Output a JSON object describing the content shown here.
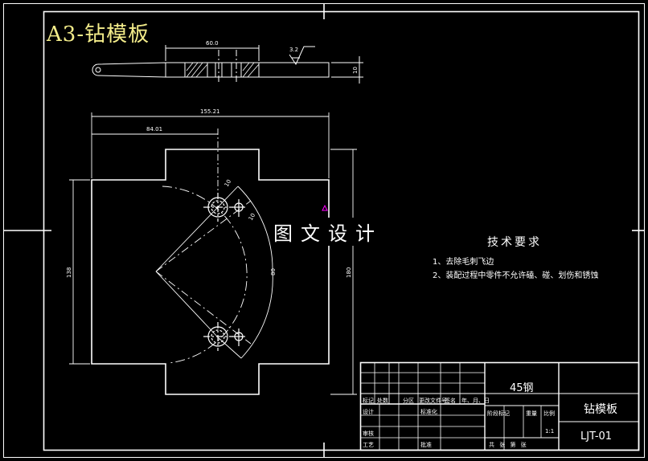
{
  "sheet_title": "A3-钻模板",
  "watermark": "图文设计",
  "dimensions": {
    "top_view_width": "60.0",
    "roughness": "3.2",
    "plate_thickness": "10",
    "overall_width": "155.21",
    "hole_offset": "84.01",
    "left_height": "138",
    "right_height": "180",
    "hole_dia_top": "10",
    "hole_dia_bottom": "10",
    "arc_radius": "80"
  },
  "technical_requirements": {
    "title": "技术要求",
    "notes": [
      "1、去除毛刺飞边",
      "2、装配过程中零件不允许磕、碰、划伤和锈蚀"
    ]
  },
  "title_block": {
    "material": "45钢",
    "part_name": "钻模板",
    "drawing_number": "LJT-01",
    "scale": "1:1",
    "labels": {
      "mark": "标记",
      "count": "处数",
      "zone": "分区",
      "change_doc": "更改文件号",
      "signature": "签名",
      "date": "年、月、日",
      "design": "设计",
      "standardize": "标准化",
      "review": "审核",
      "process": "工艺",
      "approve": "批准",
      "stage_mark": "阶段标记",
      "weight": "重量",
      "ratio": "比例",
      "sheets": "共 张 第 张"
    }
  },
  "colors": {
    "background": "#000000",
    "line": "#ffffff",
    "title": "#f3ec8a",
    "accent": "#ff00ff"
  }
}
